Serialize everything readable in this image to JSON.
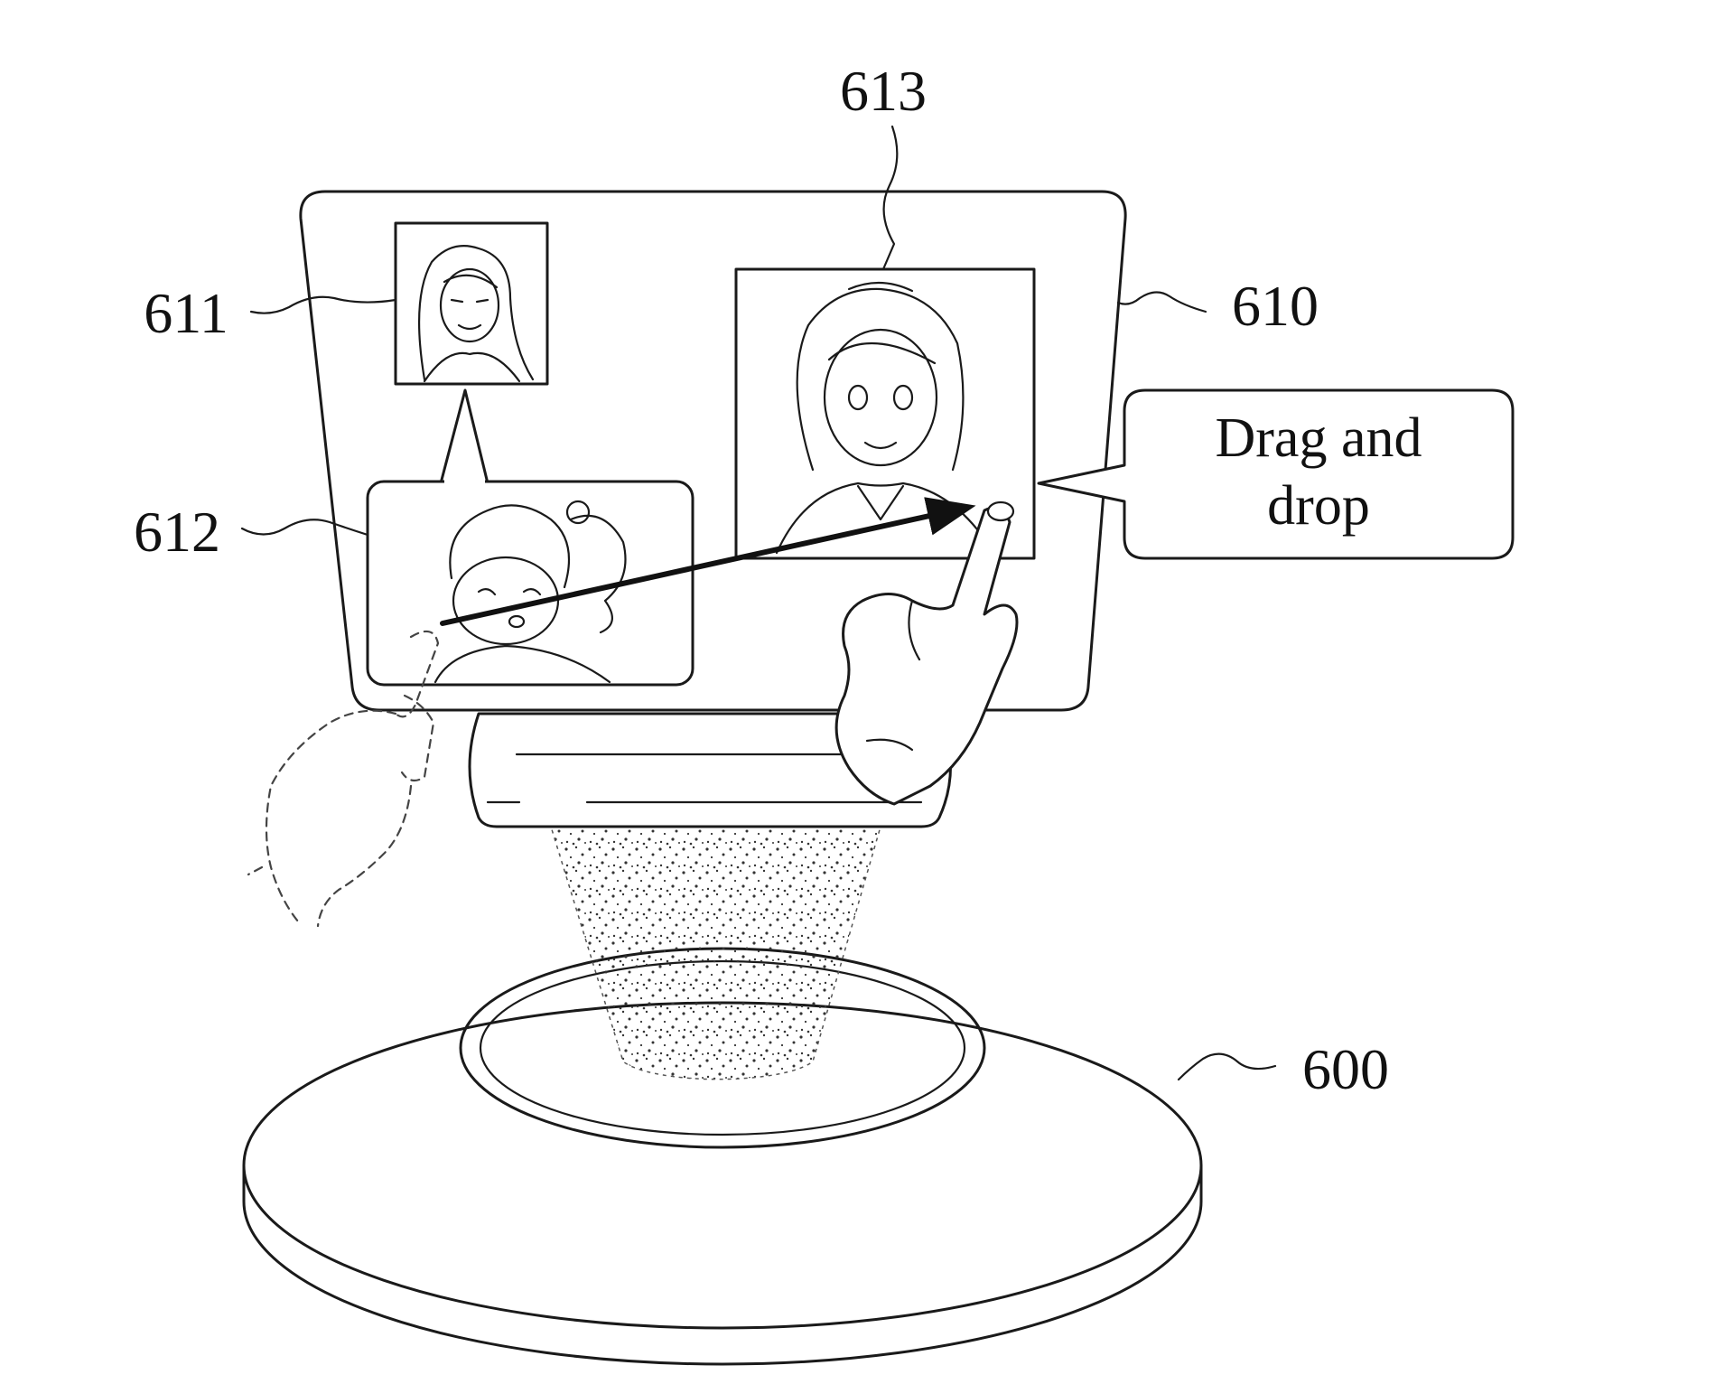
{
  "labels": {
    "hologram_screen": "610",
    "thumbnail_image": "611",
    "child_video_window": "612",
    "caller_image_window": "613",
    "device_base": "600"
  },
  "callout": {
    "line1": "Drag and",
    "line2": "drop"
  }
}
